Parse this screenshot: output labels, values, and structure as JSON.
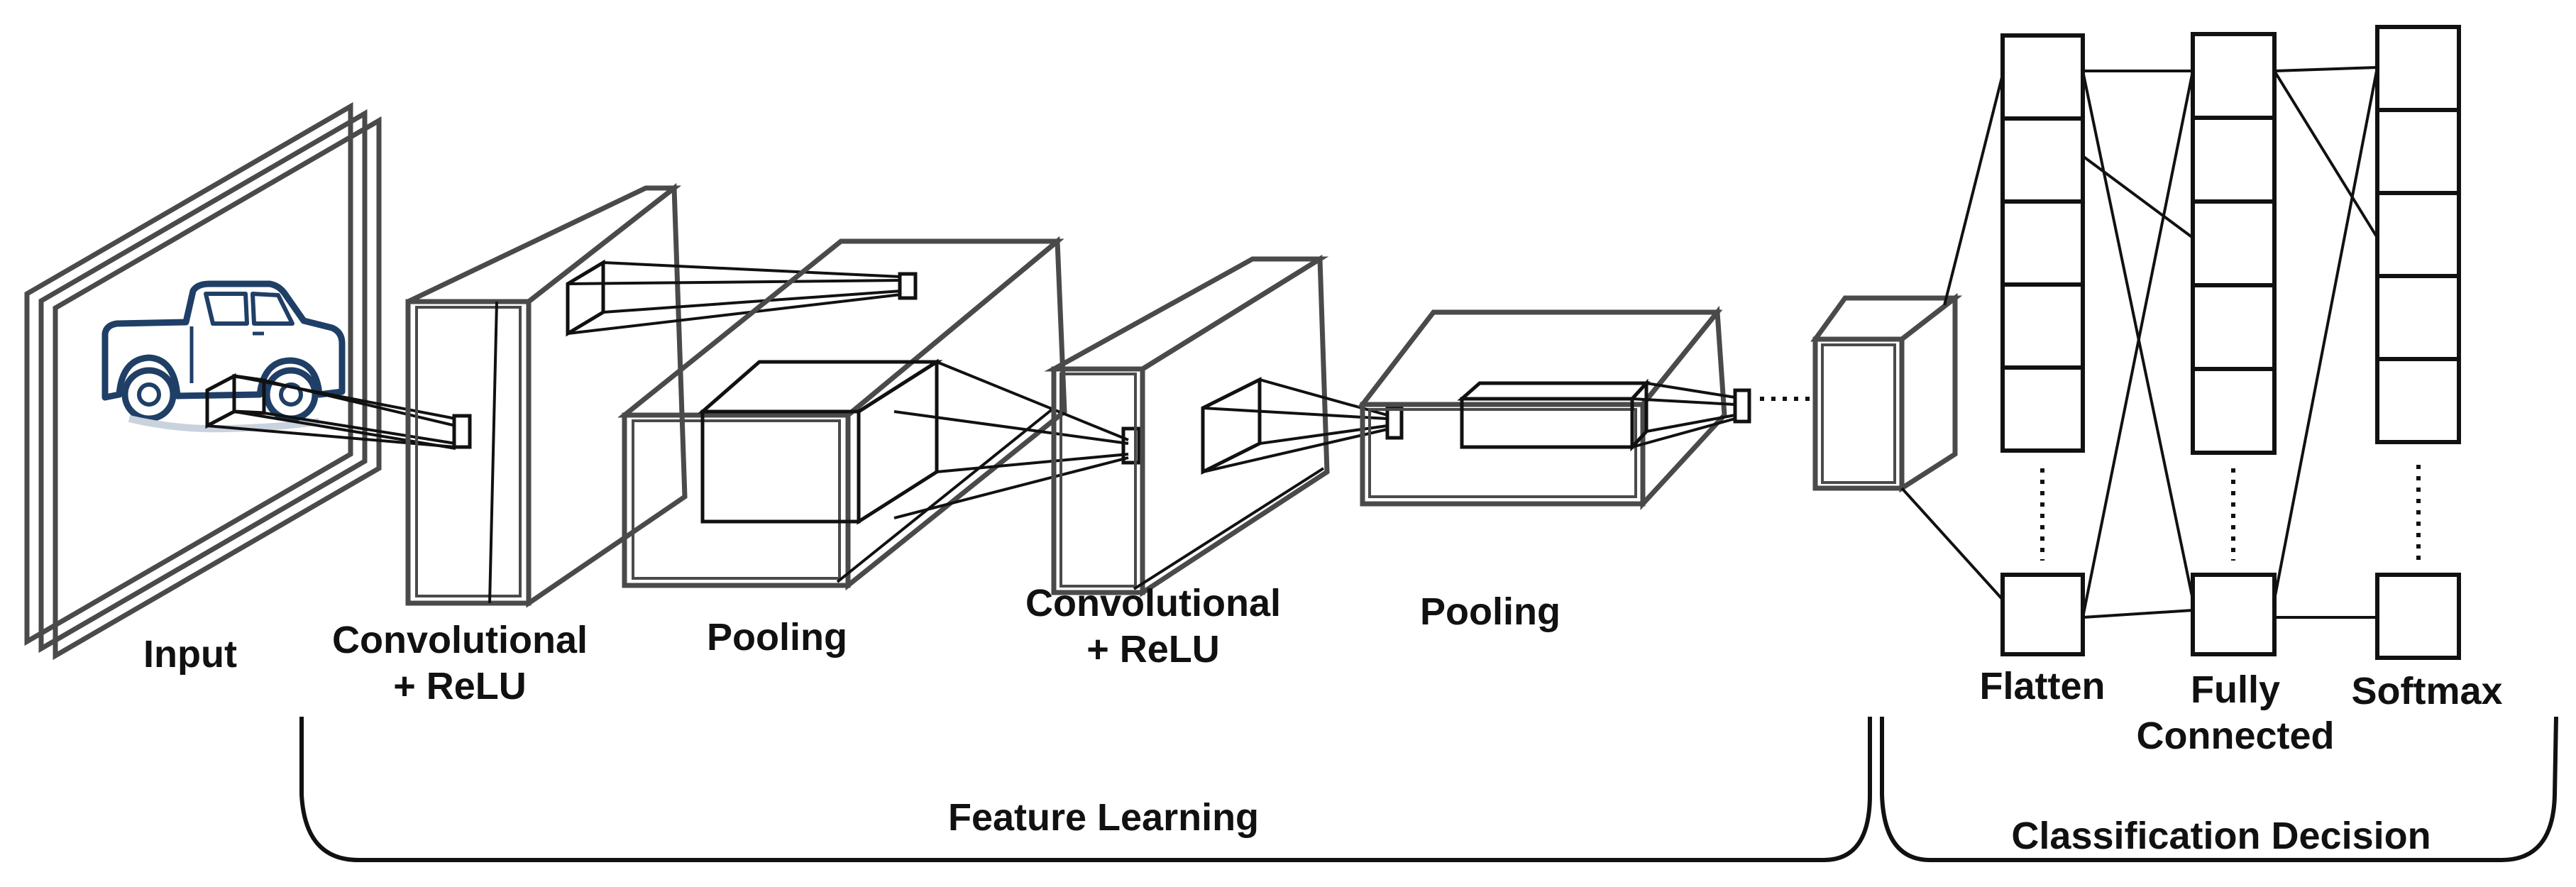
{
  "colors": {
    "outline": "#4a4a4a",
    "line": "#111111",
    "truck": "#1f3f66",
    "background": "#ffffff"
  },
  "labels": {
    "input": "Input",
    "conv1_line1": "Convolutional",
    "conv1_line2": "+ ReLU",
    "pool1": "Pooling",
    "conv2_line1": "Convolutional",
    "conv2_line2": "+ ReLU",
    "pool2": "Pooling",
    "flatten": "Flatten",
    "fully_line1": "Fully",
    "fully_line2": "Connected",
    "softmax": "Softmax",
    "feature_learning": "Feature Learning",
    "classification_decision": "Classification Decision"
  },
  "icons": {
    "input_image": "pickup-truck-icon"
  }
}
